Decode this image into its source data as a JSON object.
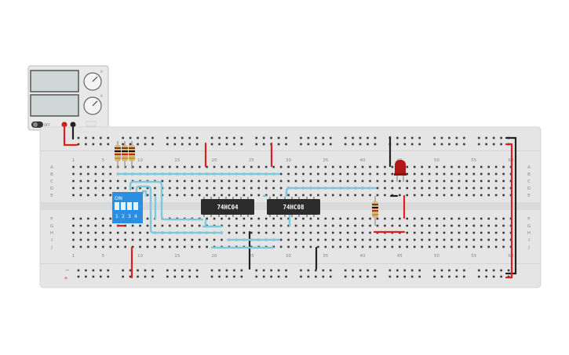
{
  "power_supply": {
    "switch_label": "OFF",
    "knob_labels": [
      "V",
      "A"
    ]
  },
  "breadboard": {
    "column_numbers": [
      "1",
      "5",
      "10",
      "15",
      "20",
      "25",
      "30",
      "35",
      "40",
      "45",
      "50",
      "55",
      "60"
    ],
    "row_letters_top": [
      "A",
      "B",
      "C",
      "D",
      "E"
    ],
    "row_letters_bottom": [
      "F",
      "G",
      "H",
      "I",
      "J"
    ],
    "rail_plus": "+",
    "rail_minus": "−"
  },
  "dip_switch": {
    "label": "ON",
    "positions": [
      "1",
      "2",
      "3",
      "4"
    ]
  },
  "chips": [
    {
      "label": "74HC04"
    },
    {
      "label": "74HC08"
    }
  ],
  "colors": {
    "board": "#e5e5e5",
    "hole": "#3a3a3a",
    "red_wire": "#e02020",
    "black_wire": "#222222",
    "blue_wire": "#7ec8dc",
    "dip_body": "#2a8fe0",
    "chip_body": "#2c2c2c",
    "led": "#b01818"
  }
}
